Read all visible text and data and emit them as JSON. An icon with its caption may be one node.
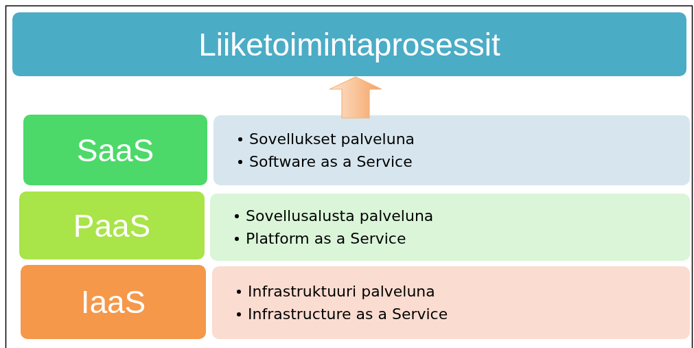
{
  "diagram": {
    "nodes": [
      {
        "text": [
          "Liiketoimintaprosessit"
        ]
      },
      {
        "text": [
          "SaaS"
        ]
      },
      {
        "text": [
          "Sovellukset palveluna",
          "Software as a Service"
        ]
      },
      {
        "text": [
          "PaaS"
        ]
      },
      {
        "text": [
          "Sovellusalusta palveluna",
          "Platform as a Service"
        ]
      },
      {
        "text": [
          "IaaS"
        ]
      },
      {
        "text": [
          "Infrastruktuuri palveluna",
          "Infrastructure as a Service"
        ]
      }
    ],
    "edges": [
      {
        "from": 2,
        "to": 0,
        "arrow": "to",
        "style": "thick",
        "color": "#f7b27a"
      }
    ]
  }
}
